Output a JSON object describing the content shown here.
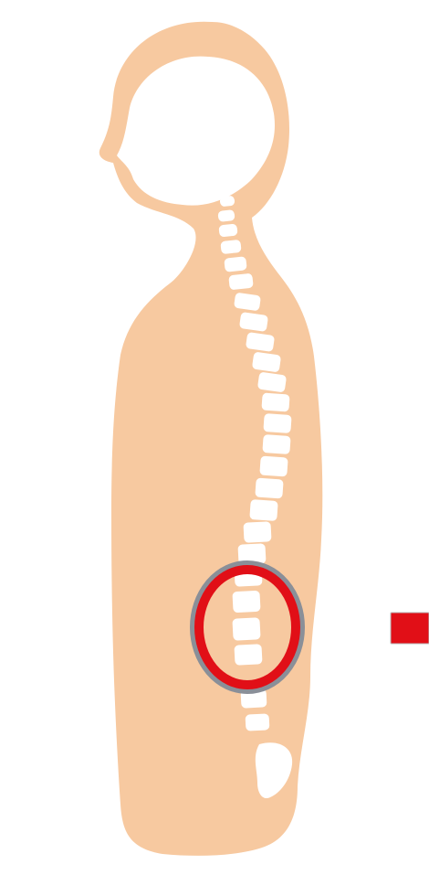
{
  "diagram": {
    "colors": {
      "background": "#ffffff",
      "body": "#f7c9a0",
      "vertebra": "#ffffff",
      "highlight_ring": "#e10f17",
      "highlight_ring_outline": "#8a8f98",
      "arrow": "#e10f17"
    },
    "highlight": {
      "region": "lumbar-vertebrae",
      "vertebrae_count": 3
    },
    "vertebrae_total": 26,
    "arrow_direction": "right"
  }
}
